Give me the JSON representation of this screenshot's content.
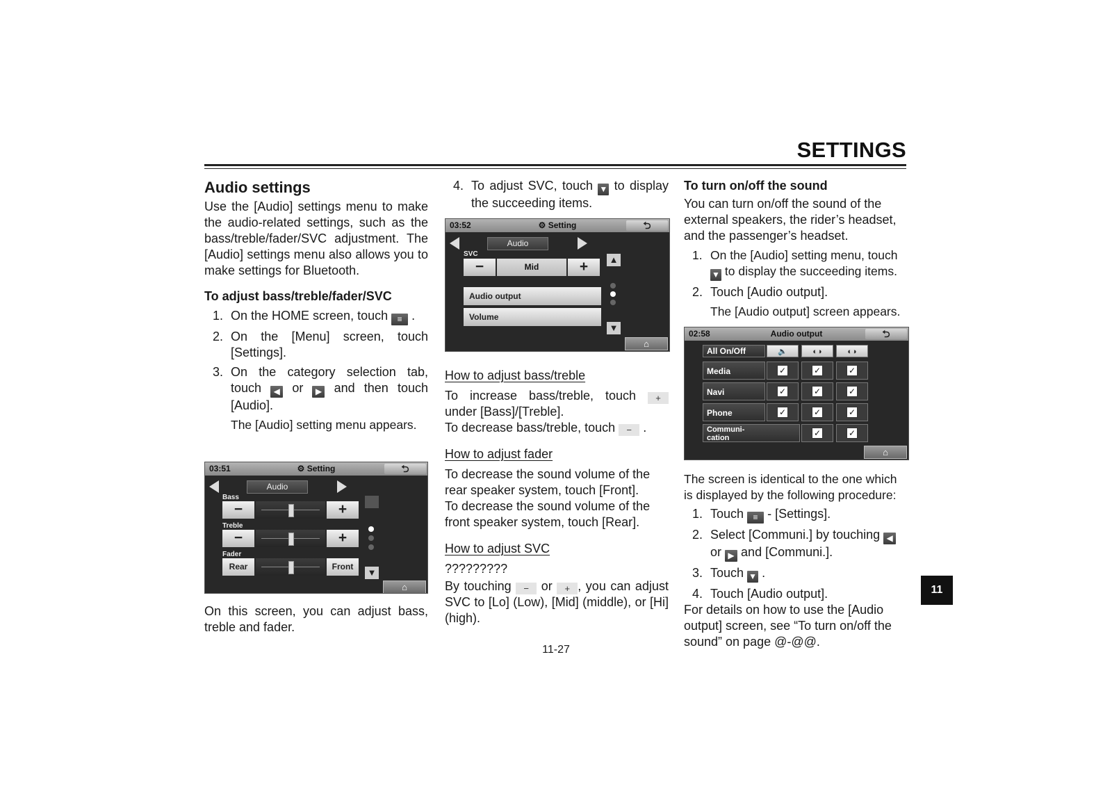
{
  "header": {
    "title": "SETTINGS"
  },
  "col1": {
    "section_title": "Audio settings",
    "intro": "Use the [Audio] settings menu to make the audio-related settings, such as the bass/treble/fader/SVC adjustment. The [Audio] settings menu also allows you to make settings for Bluetooth.",
    "subhead": "To adjust bass/treble/fader/SVC",
    "step1": {
      "num": "1.",
      "a": "On the HOME screen, touch",
      "b": "."
    },
    "step2": {
      "num": "2.",
      "text": "On the [Menu] screen, touch [Settings]."
    },
    "step3": {
      "num": "3.",
      "a": "On the category selection tab, touch",
      "or": "or",
      "b": "and then touch [Audio]."
    },
    "note": "The [Audio] setting menu appears.",
    "after": "On this screen, you can adjust bass, treble and fader."
  },
  "screen1": {
    "time": "03:51",
    "title": "Setting",
    "tab": "Audio",
    "bass_label": "Bass",
    "treble_label": "Treble",
    "fader_label": "Fader",
    "minus": "−",
    "plus": "+",
    "rear": "Rear",
    "front": "Front"
  },
  "col2": {
    "step4": {
      "num": "4.",
      "a": "To adjust SVC, touch",
      "b": "to display the succeeding items."
    },
    "h_bass": "How to adjust bass/treble",
    "bass_inc_a": "To increase bass/treble, touch",
    "bass_inc_b": "under [Bass]/[Treble].",
    "bass_dec_a": "To decrease bass/treble, touch",
    "bass_dec_b": ".",
    "h_fader": "How to adjust fader",
    "fader_1": "To decrease the sound volume of the rear speaker system, touch [Front].",
    "fader_2": "To decrease the sound volume of the front speaker system, touch [Rear].",
    "h_svc": "How to adjust SVC",
    "svc_q": "?????????",
    "svc_a": "By touching",
    "svc_or": "or",
    "svc_b": ", you can adjust SVC to [Lo] (Low), [Mid] (middle), or [Hi] (high)."
  },
  "screen2": {
    "time": "03:52",
    "title": "Setting",
    "tab": "Audio",
    "svc_label": "SVC",
    "minus": "−",
    "plus": "+",
    "svc_value": "Mid",
    "audio_output": "Audio output",
    "volume": "Volume"
  },
  "col3": {
    "subhead": "To turn on/off the sound",
    "intro": "You can turn on/off the sound of the external speakers, the rider’s headset, and the passenger’s headset.",
    "step1": {
      "num": "1.",
      "a": "On the [Audio] setting menu, touch",
      "b": "to display the succeeding items."
    },
    "step2": {
      "num": "2.",
      "text": "Touch [Audio output]."
    },
    "note": "The [Audio output] screen appears.",
    "identical": "The screen is identical to the one which is displayed by the following procedure:",
    "p1": {
      "num": "1.",
      "a": "Touch",
      "b": "- [Settings]."
    },
    "p2": {
      "num": "2.",
      "a": "Select [Communi.] by touching",
      "or": "or",
      "b": "and [Communi.]."
    },
    "p3": {
      "num": "3.",
      "a": "Touch",
      "b": "."
    },
    "p4": {
      "num": "4.",
      "text": "Touch [Audio output]."
    },
    "details": "For details on how to use the [Audio output] screen, see “To turn on/off the sound” on page @-@@."
  },
  "screen3": {
    "time": "02:58",
    "title": "Audio output",
    "all": "All On/Off",
    "rows": [
      "Media",
      "Navi",
      "Phone",
      "Communi-\ncation"
    ],
    "check": "✓"
  },
  "footer": {
    "page": "11-27",
    "chapter": "11"
  },
  "colors": {
    "accent": "#111111",
    "screen_bg": "#282828"
  }
}
